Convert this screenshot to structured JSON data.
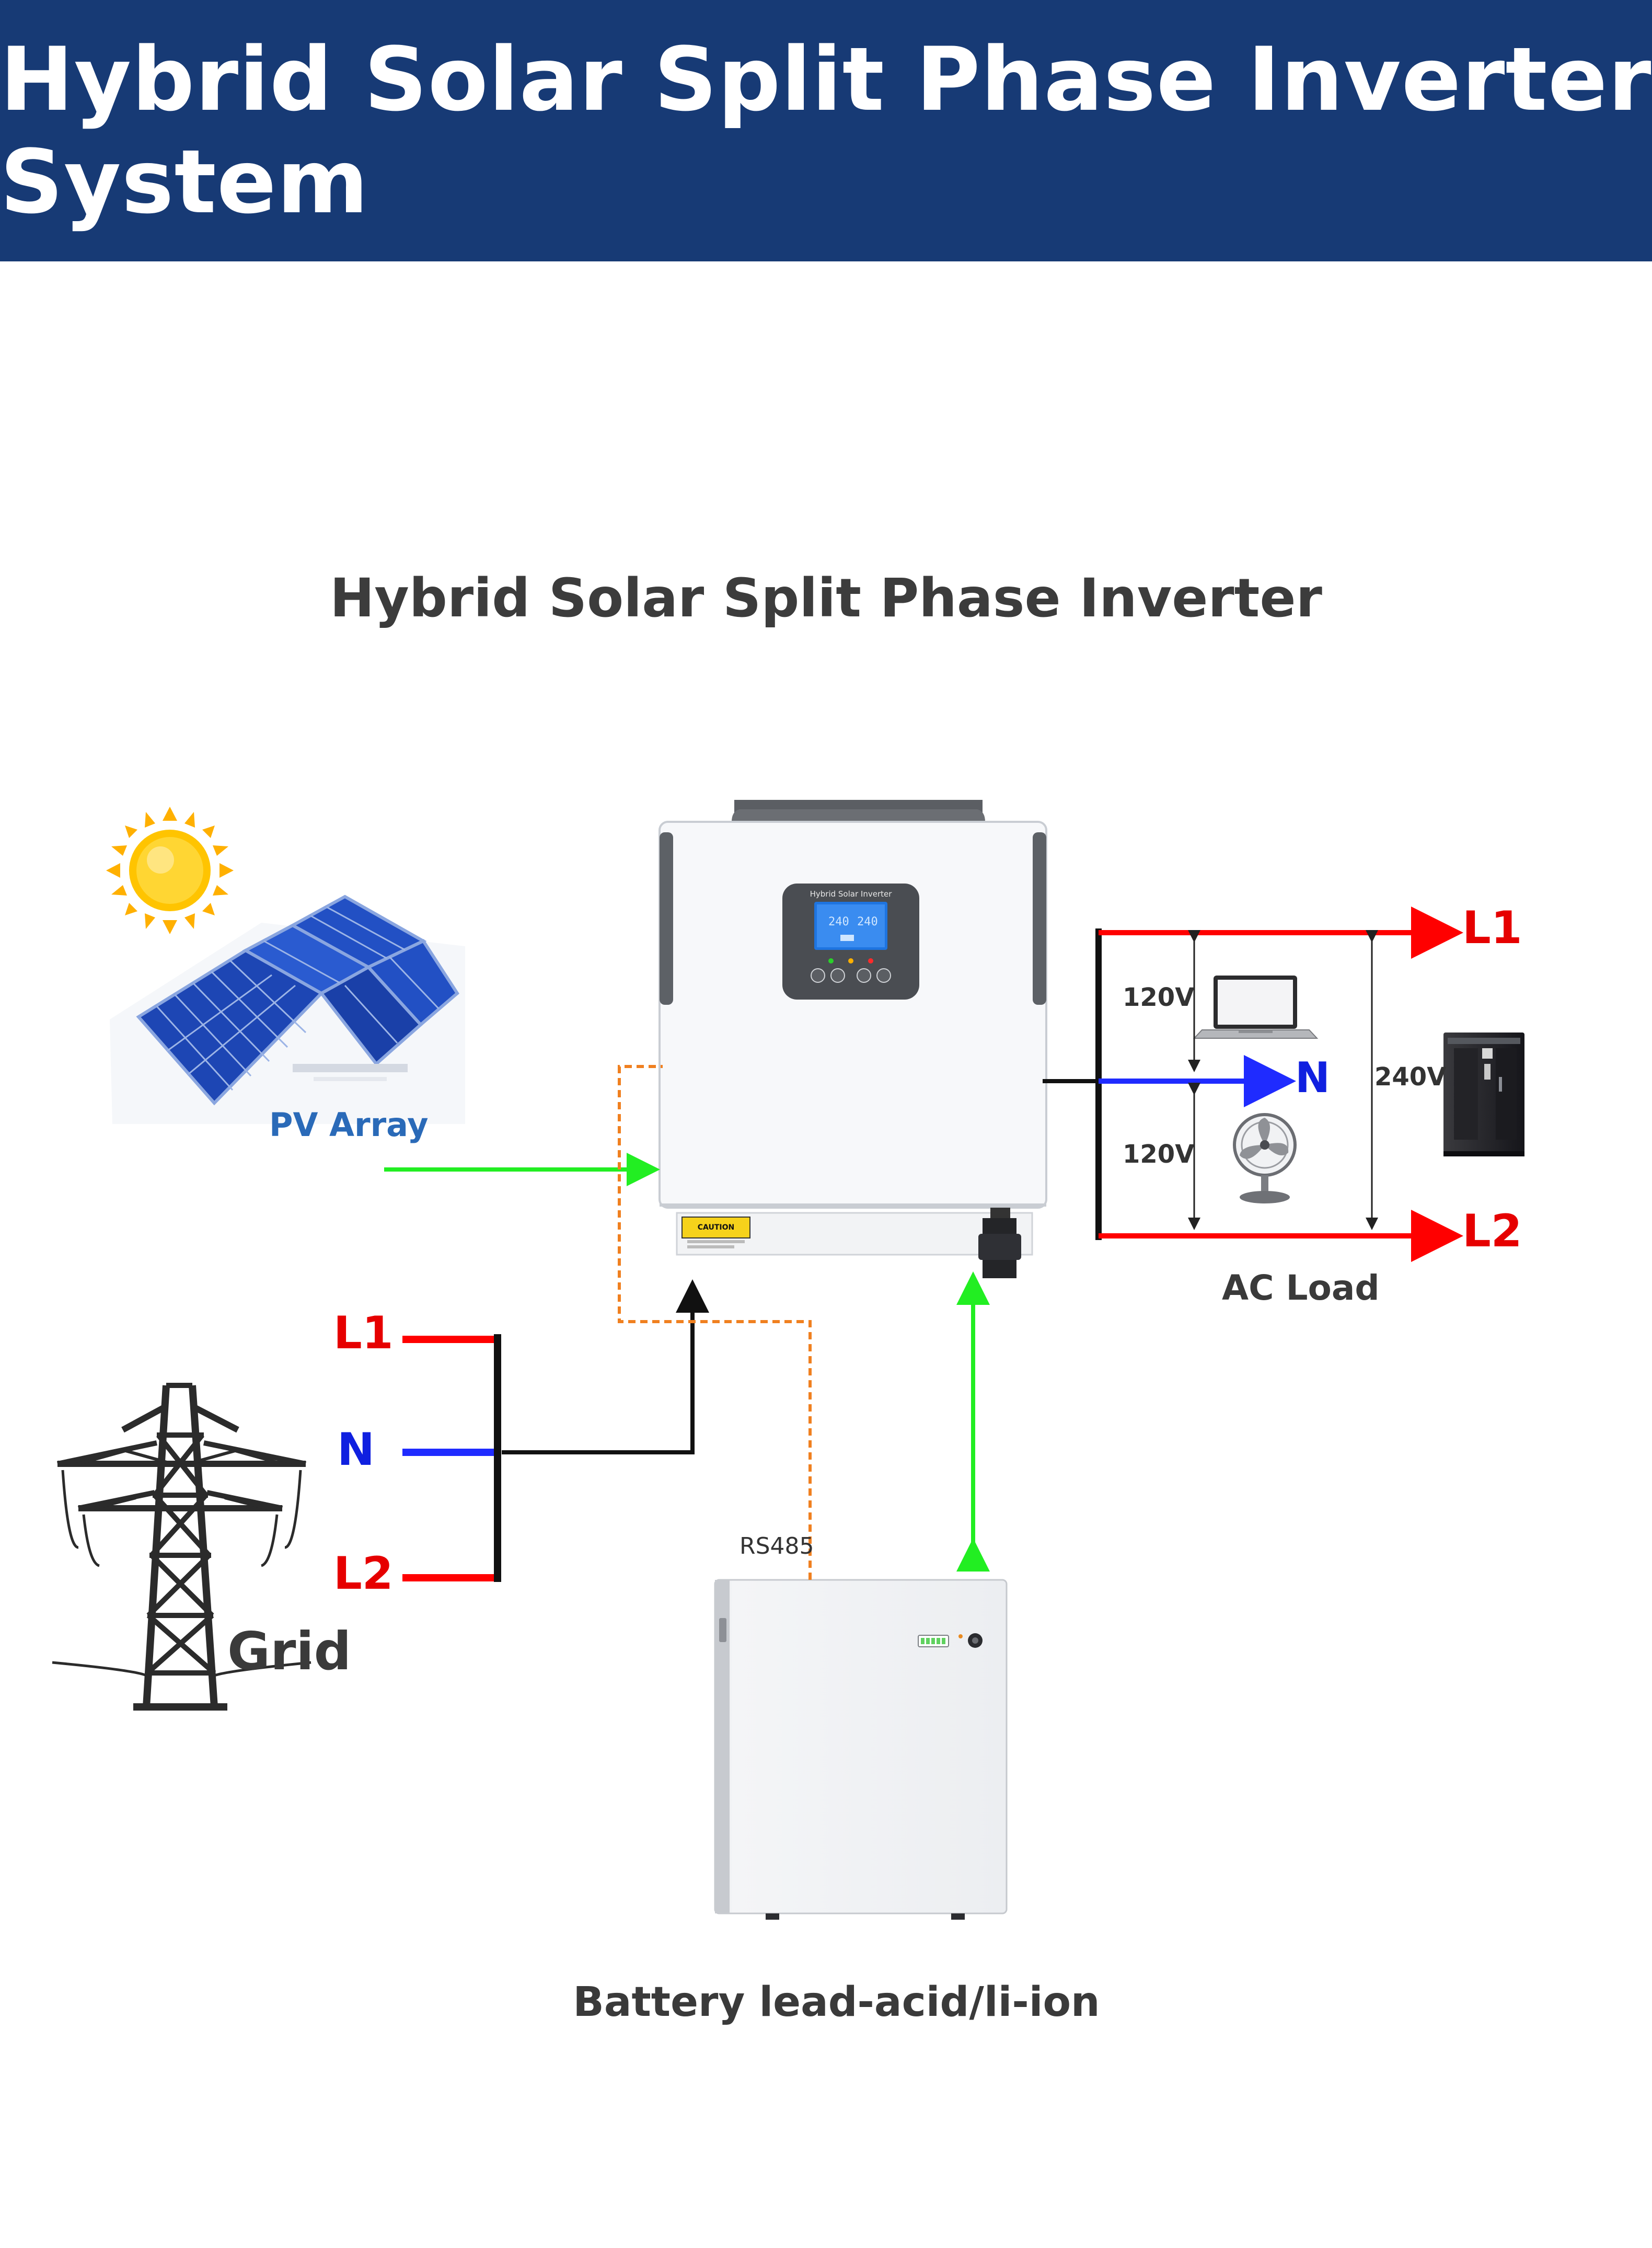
{
  "title": "Hybrid Solar Split Phase Inverter System",
  "subtitle": "Hybrid Solar Split Phase Inverter",
  "colors": {
    "header_bg": "#173a75",
    "line_hot": "#ff0000",
    "line_neutral": "#1f2bff",
    "line_pv": "#22ee22",
    "line_comm": "#f08020",
    "line_black": "#111111"
  },
  "inverter": {
    "panel_text": "Hybrid Solar Inverter",
    "display_left": "240",
    "display_right": "240",
    "caution": "CAUTION"
  },
  "pv": {
    "label": "PV Array"
  },
  "grid": {
    "label": "Grid",
    "l1": "L1",
    "n": "N",
    "l2": "L2"
  },
  "load": {
    "label": "AC Load",
    "l1": "L1",
    "n": "N",
    "l2": "L2",
    "v_upper": "120V",
    "v_lower": "120V",
    "v_total": "240V"
  },
  "battery": {
    "label": "Battery lead-acid/li-ion",
    "comm": "RS485"
  },
  "icons": [
    "sun-icon",
    "solar-panel-icon",
    "power-tower-icon",
    "laptop-icon",
    "fan-icon",
    "server-cabinet-icon",
    "battery-icon",
    "inverter-icon"
  ]
}
